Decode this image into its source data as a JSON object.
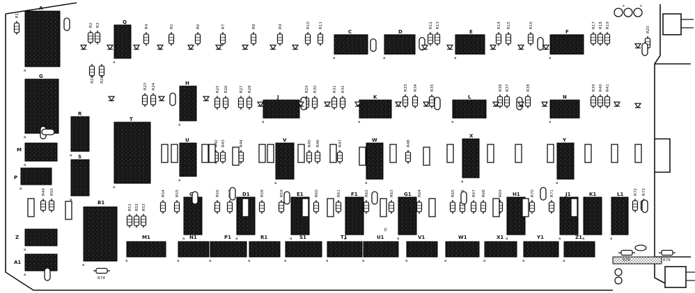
{
  "board": {
    "chips_row1": [
      "A",
      "Q",
      "C",
      "D",
      "E",
      "F"
    ],
    "chips_row2": [
      "G",
      "H",
      "J",
      "K",
      "L",
      "N"
    ],
    "chips_row3": [
      "T",
      "U",
      "V",
      "W",
      "X",
      "Y"
    ],
    "chips_left": [
      "R",
      "S",
      "M",
      "P",
      "Z",
      "A1",
      "B1"
    ],
    "chips_row4": [
      "C1",
      "D1",
      "E1",
      "F1",
      "G1",
      "H1",
      "J1",
      "K1",
      "L1"
    ],
    "chips_row5": [
      "M1",
      "N1",
      "P1",
      "R1",
      "S1",
      "T1",
      "U1",
      "V1",
      "W1",
      "X1",
      "Y1",
      "Z1"
    ],
    "resistors_row1": [
      "R1",
      "R2",
      "R3",
      "R4",
      "R5",
      "R6",
      "R7",
      "R8",
      "R9",
      "R10",
      "R11",
      "R12",
      "R13",
      "R14",
      "R15",
      "R16",
      "R17",
      "R18",
      "R19",
      "R20"
    ],
    "resistors_row2": [
      "R21",
      "R22",
      "R23",
      "R24",
      "R25",
      "R26",
      "R27",
      "R28",
      "R29",
      "R30",
      "R31",
      "R32",
      "R33",
      "R34",
      "R35",
      "R36",
      "R37",
      "R38",
      "R39",
      "R40",
      "R41"
    ],
    "resistors_row3": [
      "R42",
      "R43",
      "R44",
      "R45",
      "R46",
      "R47",
      "R48"
    ],
    "resistors_row4": [
      "R49",
      "R50",
      "R51",
      "R52",
      "R53",
      "R54",
      "R55",
      "R56",
      "R57",
      "R58",
      "R59",
      "R60",
      "R61",
      "R62",
      "R63",
      "R64",
      "R65",
      "R66",
      "R67",
      "R68",
      "R69",
      "R70",
      "R71",
      "R72",
      "R73"
    ],
    "resistors_misc": [
      "R74",
      "R75",
      "R76"
    ],
    "jumper_label": "JJ"
  },
  "colors": {
    "ink": "#111111",
    "chip_fill": "#1a1a1a",
    "background": "#ffffff"
  }
}
